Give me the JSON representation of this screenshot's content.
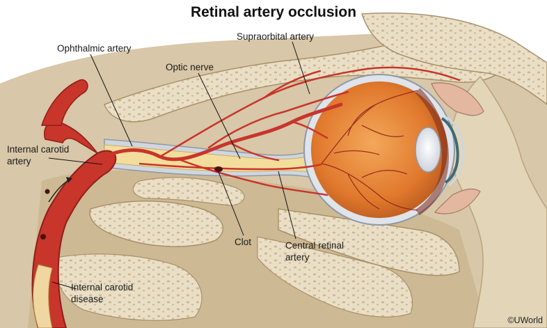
{
  "title": "Retinal artery occlusion",
  "labels": {
    "ophthalmic_artery": "Ophthalmic artery",
    "optic_nerve": "Optic nerve",
    "supraorbital_artery": "Supraorbital artery",
    "internal_carotid_1": "Internal carotid",
    "internal_carotid_2": "artery",
    "clot": "Clot",
    "central_retinal_1": "Central retinal",
    "central_retinal_2": "artery",
    "disease_1": "Internal carotid",
    "disease_2": "disease"
  },
  "credit": "©UWorld",
  "colors": {
    "bone": "#e8dcc2",
    "bone_shadow": "#cdbd9d",
    "tissue": "#d9c9ad",
    "artery": "#c8352b",
    "artery_dark": "#8e1f18",
    "nerve": "#f2dd9c",
    "globe": "#e98a3c",
    "sclera": "#dfe3ea"
  }
}
